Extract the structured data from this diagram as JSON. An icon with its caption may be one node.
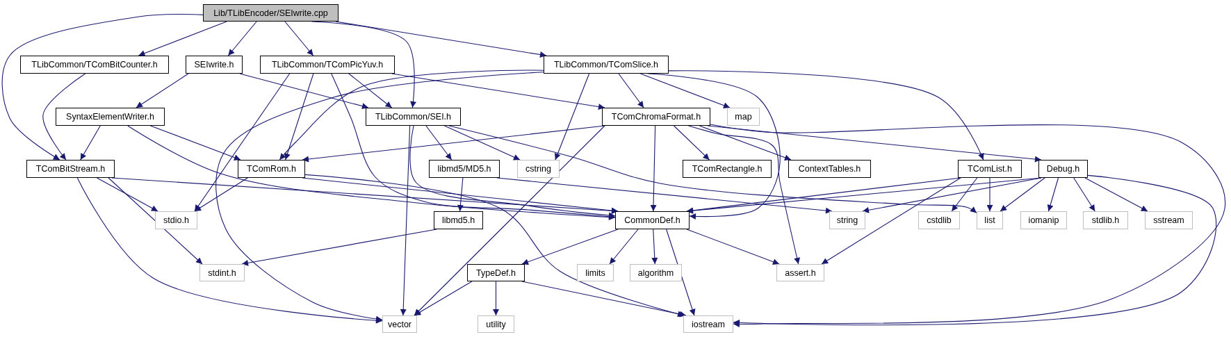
{
  "diagram": {
    "nodes": [
      {
        "text": [
          "Lib/TLibEncoder/SEIwrite.cpp"
        ]
      },
      {
        "text": [
          "TLibCommon/TComBitCounter.h"
        ]
      },
      {
        "text": [
          "SEIwrite.h"
        ]
      },
      {
        "text": [
          "TLibCommon/TComPicYuv.h"
        ]
      },
      {
        "text": [
          "TLibCommon/TComSlice.h"
        ]
      },
      {
        "text": [
          "SyntaxElementWriter.h"
        ]
      },
      {
        "text": [
          "TLibCommon/SEI.h"
        ]
      },
      {
        "text": [
          "TComChromaFormat.h"
        ]
      },
      {
        "text": [
          "map"
        ]
      },
      {
        "text": [
          "TComBitStream.h"
        ]
      },
      {
        "text": [
          "TComRom.h"
        ]
      },
      {
        "text": [
          "libmd5/MD5.h"
        ]
      },
      {
        "text": [
          "cstring"
        ]
      },
      {
        "text": [
          "TComRectangle.h"
        ]
      },
      {
        "text": [
          "ContextTables.h"
        ]
      },
      {
        "text": [
          "TComList.h"
        ]
      },
      {
        "text": [
          "Debug.h"
        ]
      },
      {
        "text": [
          "stdio.h"
        ]
      },
      {
        "text": [
          "libmd5.h"
        ]
      },
      {
        "text": [
          "CommonDef.h"
        ]
      },
      {
        "text": [
          "string"
        ]
      },
      {
        "text": [
          "cstdlib"
        ]
      },
      {
        "text": [
          "list"
        ]
      },
      {
        "text": [
          "iomanip"
        ]
      },
      {
        "text": [
          "stdlib.h"
        ]
      },
      {
        "text": [
          "sstream"
        ]
      },
      {
        "text": [
          "stdint.h"
        ]
      },
      {
        "text": [
          "TypeDef.h"
        ]
      },
      {
        "text": [
          "limits"
        ]
      },
      {
        "text": [
          "algorithm"
        ]
      },
      {
        "text": [
          "assert.h"
        ]
      },
      {
        "text": [
          "vector"
        ]
      },
      {
        "text": [
          "utility"
        ]
      },
      {
        "text": [
          "iostream"
        ]
      }
    ],
    "edges": [
      {
        "from": 0,
        "to": 9,
        "arrow": "to"
      },
      {
        "from": 0,
        "to": 1,
        "arrow": "to"
      },
      {
        "from": 0,
        "to": 2,
        "arrow": "to"
      },
      {
        "from": 0,
        "to": 3,
        "arrow": "to"
      },
      {
        "from": 0,
        "to": 6,
        "arrow": "to"
      },
      {
        "from": 0,
        "to": 4,
        "arrow": "to"
      },
      {
        "from": 1,
        "to": 9,
        "arrow": "to"
      },
      {
        "from": 2,
        "to": 5,
        "arrow": "to"
      },
      {
        "from": 2,
        "to": 6,
        "arrow": "to"
      },
      {
        "from": 3,
        "to": 17,
        "arrow": "to"
      },
      {
        "from": 3,
        "to": 10,
        "arrow": "to"
      },
      {
        "from": 3,
        "to": 19,
        "arrow": "to"
      },
      {
        "from": 3,
        "to": 6,
        "arrow": "to"
      },
      {
        "from": 3,
        "to": 7,
        "arrow": "to"
      },
      {
        "from": 4,
        "to": 31,
        "arrow": "to"
      },
      {
        "from": 4,
        "to": 10,
        "arrow": "to"
      },
      {
        "from": 4,
        "to": 12,
        "arrow": "to"
      },
      {
        "from": 4,
        "to": 7,
        "arrow": "to"
      },
      {
        "from": 4,
        "to": 8,
        "arrow": "to"
      },
      {
        "from": 4,
        "to": 19,
        "arrow": "to"
      },
      {
        "from": 4,
        "to": 15,
        "arrow": "to"
      },
      {
        "from": 5,
        "to": 9,
        "arrow": "to"
      },
      {
        "from": 5,
        "to": 10,
        "arrow": "to"
      },
      {
        "from": 5,
        "to": 19,
        "arrow": "to"
      },
      {
        "from": 6,
        "to": 11,
        "arrow": "to"
      },
      {
        "from": 6,
        "to": 12,
        "arrow": "to"
      },
      {
        "from": 6,
        "to": 31,
        "arrow": "to"
      },
      {
        "from": 6,
        "to": 19,
        "arrow": "to"
      },
      {
        "from": 6,
        "to": 22,
        "arrow": "to"
      },
      {
        "from": 7,
        "to": 10,
        "arrow": "to"
      },
      {
        "from": 7,
        "to": 31,
        "arrow": "to"
      },
      {
        "from": 7,
        "to": 19,
        "arrow": "to"
      },
      {
        "from": 7,
        "to": 13,
        "arrow": "to"
      },
      {
        "from": 7,
        "to": 14,
        "arrow": "to"
      },
      {
        "from": 7,
        "to": 16,
        "arrow": "to"
      },
      {
        "from": 7,
        "to": 30,
        "arrow": "to"
      },
      {
        "from": 7,
        "to": 33,
        "arrow": "to"
      },
      {
        "from": 9,
        "to": 17,
        "arrow": "to"
      },
      {
        "from": 9,
        "to": 26,
        "arrow": "to"
      },
      {
        "from": 9,
        "to": 31,
        "arrow": "to"
      },
      {
        "from": 9,
        "to": 19,
        "arrow": "to"
      },
      {
        "from": 10,
        "to": 17,
        "arrow": "to"
      },
      {
        "from": 10,
        "to": 19,
        "arrow": "to"
      },
      {
        "from": 10,
        "to": 33,
        "arrow": "to"
      },
      {
        "from": 11,
        "to": 18,
        "arrow": "to"
      },
      {
        "from": 11,
        "to": 20,
        "arrow": "to"
      },
      {
        "from": 18,
        "to": 26,
        "arrow": "to"
      },
      {
        "from": 19,
        "to": 27,
        "arrow": "to"
      },
      {
        "from": 19,
        "to": 28,
        "arrow": "to"
      },
      {
        "from": 19,
        "to": 29,
        "arrow": "to"
      },
      {
        "from": 19,
        "to": 33,
        "arrow": "to"
      },
      {
        "from": 19,
        "to": 30,
        "arrow": "to"
      },
      {
        "from": 15,
        "to": 19,
        "arrow": "to"
      },
      {
        "from": 15,
        "to": 21,
        "arrow": "to"
      },
      {
        "from": 15,
        "to": 22,
        "arrow": "to"
      },
      {
        "from": 15,
        "to": 30,
        "arrow": "to"
      },
      {
        "from": 16,
        "to": 19,
        "arrow": "to"
      },
      {
        "from": 16,
        "to": 20,
        "arrow": "to"
      },
      {
        "from": 16,
        "to": 22,
        "arrow": "to"
      },
      {
        "from": 16,
        "to": 23,
        "arrow": "to"
      },
      {
        "from": 16,
        "to": 24,
        "arrow": "to"
      },
      {
        "from": 16,
        "to": 25,
        "arrow": "to"
      },
      {
        "from": 16,
        "to": 33,
        "arrow": "to"
      },
      {
        "from": 27,
        "to": 31,
        "arrow": "to"
      },
      {
        "from": 27,
        "to": 32,
        "arrow": "to"
      },
      {
        "from": 27,
        "to": 33,
        "arrow": "to"
      }
    ]
  }
}
